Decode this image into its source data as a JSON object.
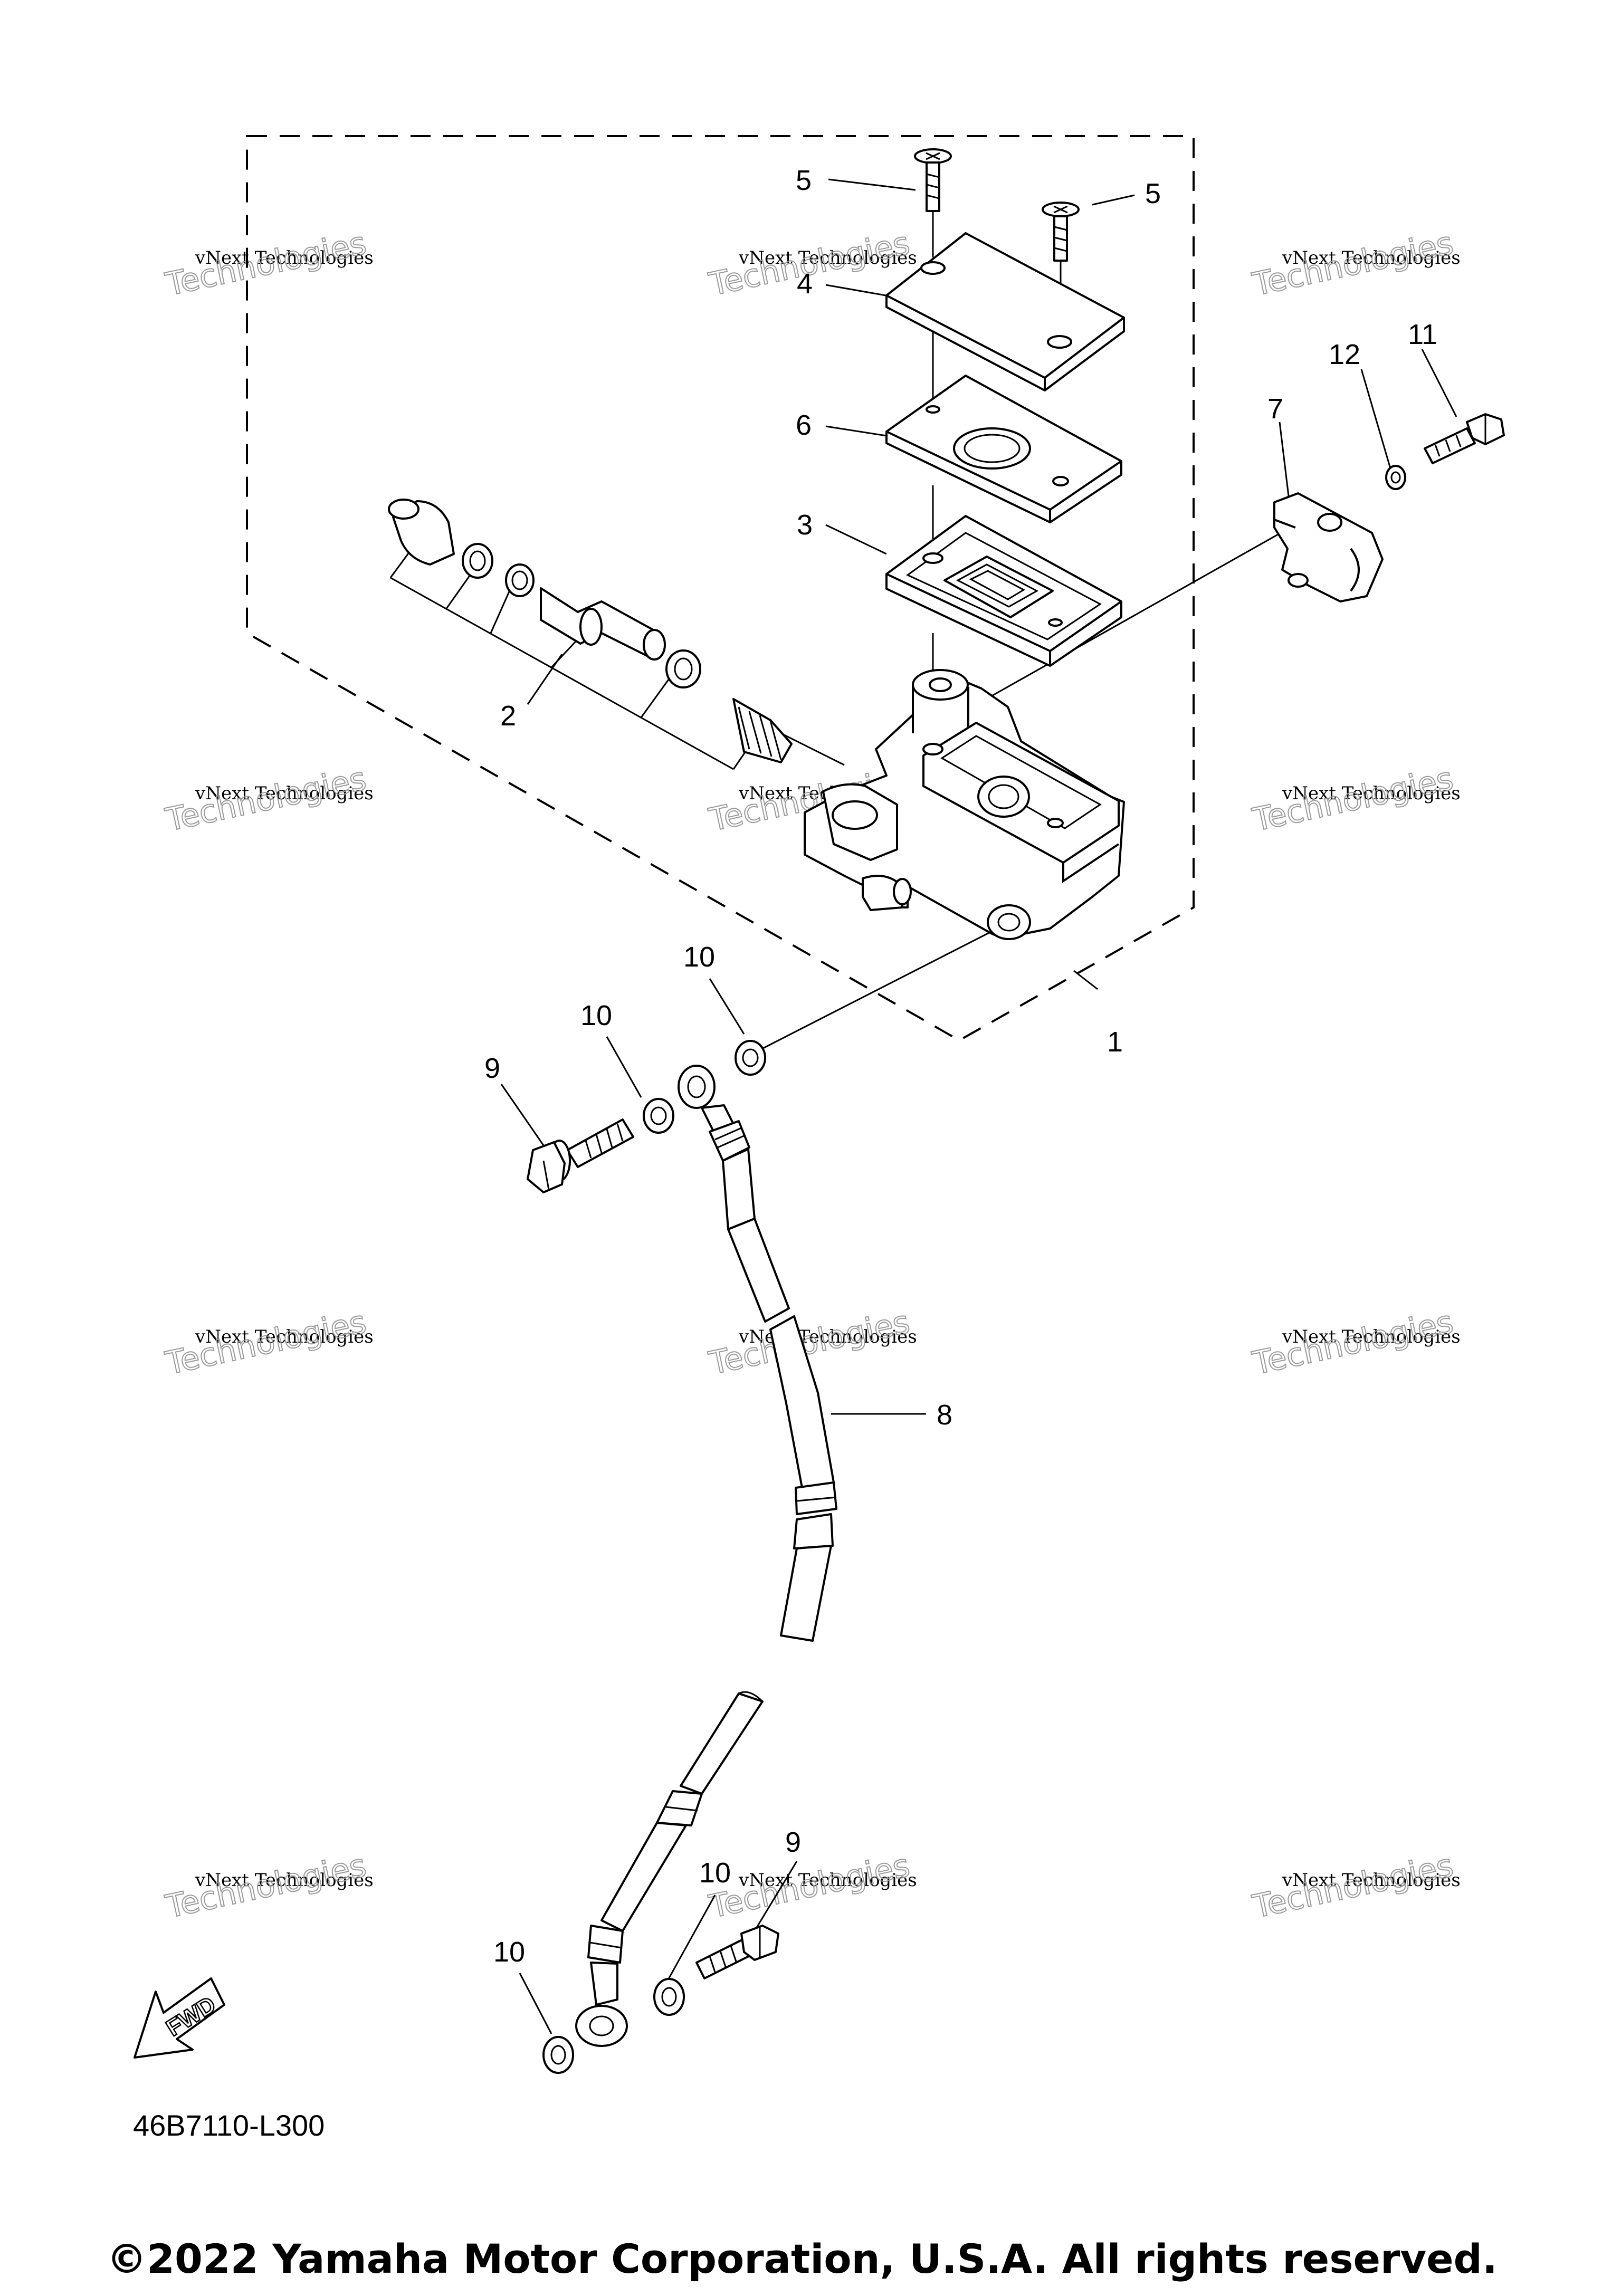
{
  "callouts": {
    "c1": "1",
    "c2": "2",
    "c3": "3",
    "c4": "4",
    "c5a": "5",
    "c5b": "5",
    "c6": "6",
    "c7": "7",
    "c8": "8",
    "c9a": "9",
    "c9b": "9",
    "c10a": "10",
    "c10b": "10",
    "c10c": "10",
    "c10d": "10",
    "c11": "11",
    "c12": "12"
  },
  "fwd_label": "FWD",
  "diagram_code": "46B7110-L300",
  "copyright": "©2022 Yamaha Motor Corporation, U.S.A. All rights reserved.",
  "watermark": {
    "line1": "vNext Technologies",
    "line2": "Technologies"
  },
  "colors": {
    "line": "#000000",
    "background": "#ffffff",
    "watermark": "#9a9a9a"
  }
}
